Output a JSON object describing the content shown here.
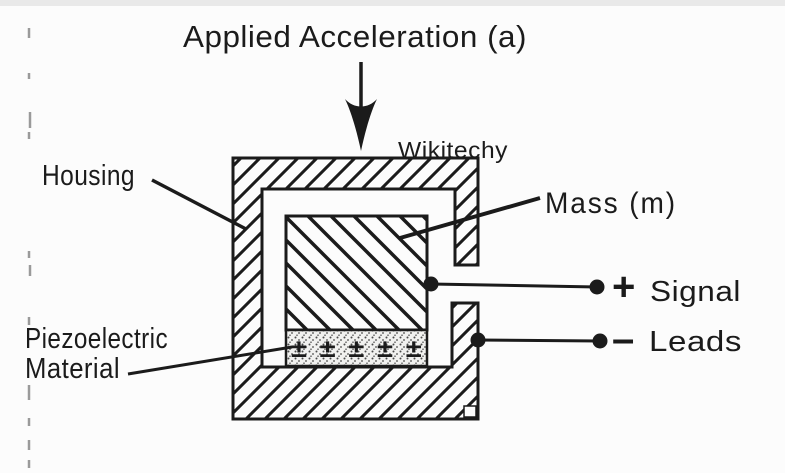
{
  "page": {
    "background": "#fcfcfc",
    "ink_color": "#1b1b1b"
  },
  "watermark": {
    "text": "Wikitechy",
    "color": "#ff00e6"
  },
  "diagram": {
    "applied_acceleration_label": "Applied Acceleration (a)",
    "housing_label": "Housing",
    "mass_label": "Mass (m)",
    "piezoelectric_label_line1": "Piezoelectric",
    "piezoelectric_label_line2": "Material",
    "polarity_symbols": "± ± ± ± ±",
    "signal_plus_sign": "+",
    "signal_label": "Signal",
    "leads_minus_sign": "–",
    "leads_label": "Leads",
    "icons": {
      "acceleration_arrow": "arrow-down"
    }
  }
}
